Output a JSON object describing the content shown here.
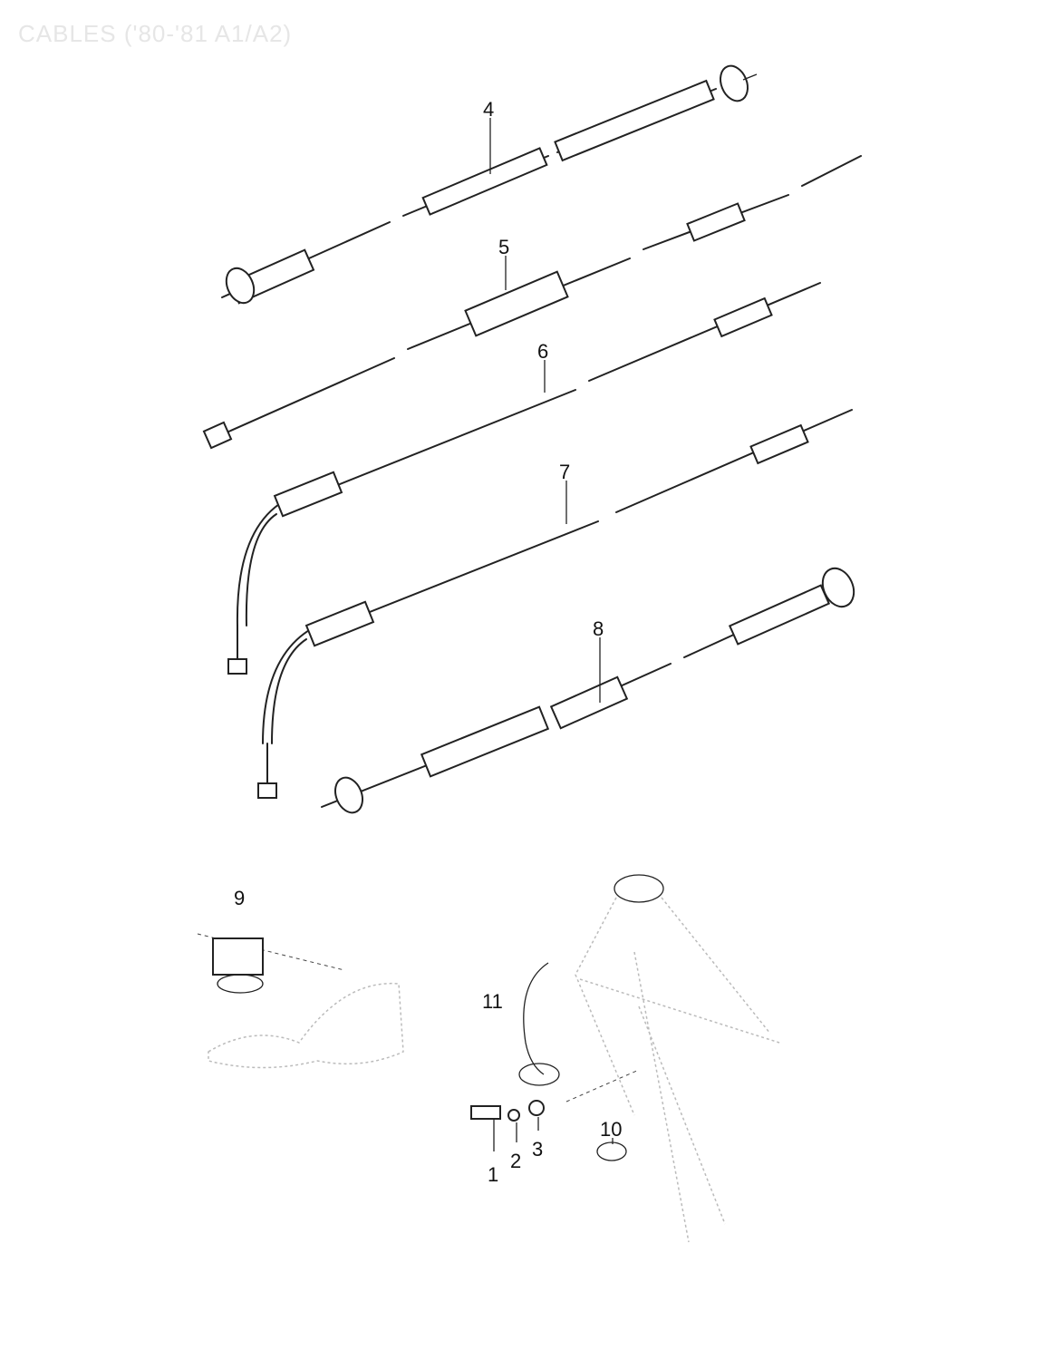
{
  "title": "CABLES ('80-'81 A1/A2)",
  "callouts": {
    "c1": "1",
    "c2": "2",
    "c3": "3",
    "c4": "4",
    "c5": "5",
    "c6": "6",
    "c7": "7",
    "c8": "8",
    "c9": "9",
    "c10": "10",
    "c11": "11"
  }
}
